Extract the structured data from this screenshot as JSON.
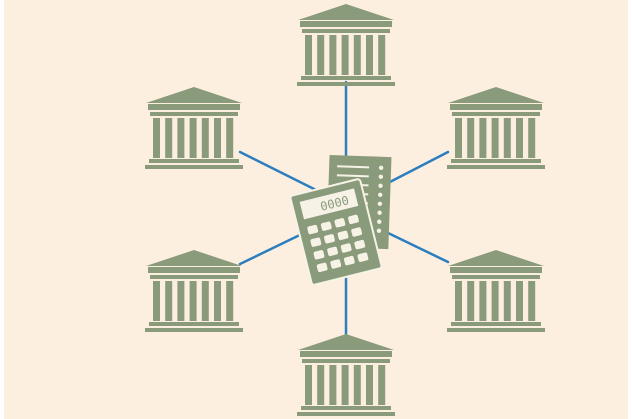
{
  "diagram": {
    "nodes": [
      {
        "id": "bank-top"
      },
      {
        "id": "bank-upper-left"
      },
      {
        "id": "bank-upper-right"
      },
      {
        "id": "bank-lower-left"
      },
      {
        "id": "bank-lower-right"
      },
      {
        "id": "bank-bottom"
      }
    ],
    "hub": {
      "id": "ledger-and-calculator",
      "calculator_display": "0000"
    },
    "edges": [
      {
        "from": "ledger-and-calculator",
        "to": "bank-top"
      },
      {
        "from": "ledger-and-calculator",
        "to": "bank-upper-left"
      },
      {
        "from": "ledger-and-calculator",
        "to": "bank-upper-right"
      },
      {
        "from": "ledger-and-calculator",
        "to": "bank-lower-left"
      },
      {
        "from": "ledger-and-calculator",
        "to": "bank-lower-right"
      },
      {
        "from": "ledger-and-calculator",
        "to": "bank-bottom"
      }
    ]
  },
  "colors": {
    "background": "#fdefdf",
    "icon": "#8a9b7b",
    "icon_detail": "#f6f2e6",
    "connector": "#2b7fc0"
  },
  "icons": {
    "bank": "bank-building-icon",
    "hub": "ledger-calculator-icon"
  }
}
